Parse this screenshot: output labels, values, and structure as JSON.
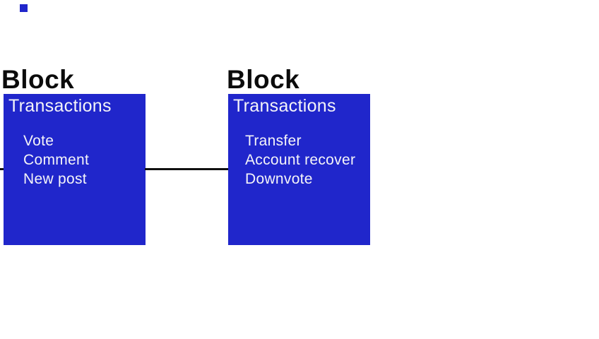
{
  "diagram": {
    "type": "blockchain-blocks",
    "colors": {
      "background": "#ffffff",
      "block_fill": "#2026cb",
      "block_text": "#f4f4f8",
      "title_text": "#0b0b0b",
      "connector": "#101010"
    },
    "blocks": [
      {
        "title": "Block",
        "header": "Transactions",
        "transactions": [
          "Vote",
          "Comment",
          "New post"
        ]
      },
      {
        "title": "Block",
        "header": "Transactions",
        "transactions": [
          "Transfer",
          "Account recover",
          "Downvote"
        ]
      }
    ]
  }
}
